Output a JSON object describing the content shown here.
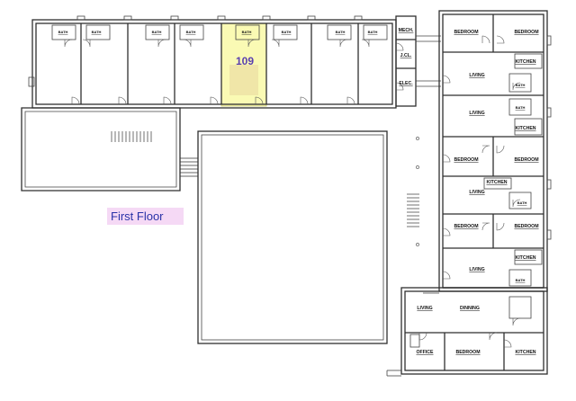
{
  "floor_label": "First Floor",
  "highlighted_room": {
    "number": "109",
    "color": "#fafab4"
  },
  "labels": {
    "bath": "BATH",
    "mech": "MECH.",
    "jcl": "J.CL.",
    "elec": "ELEC.",
    "bedroom": "BEDROOM",
    "kitchen": "KITCHEN",
    "living": "LIVING",
    "dinning": "DINNING",
    "office": "OFFICE"
  },
  "colors": {
    "walls": "#2f2f2f",
    "floor_label_bg": "#f5d9f5",
    "floor_label_text": "#2a33a8",
    "room_number": "#5a3fb0"
  }
}
